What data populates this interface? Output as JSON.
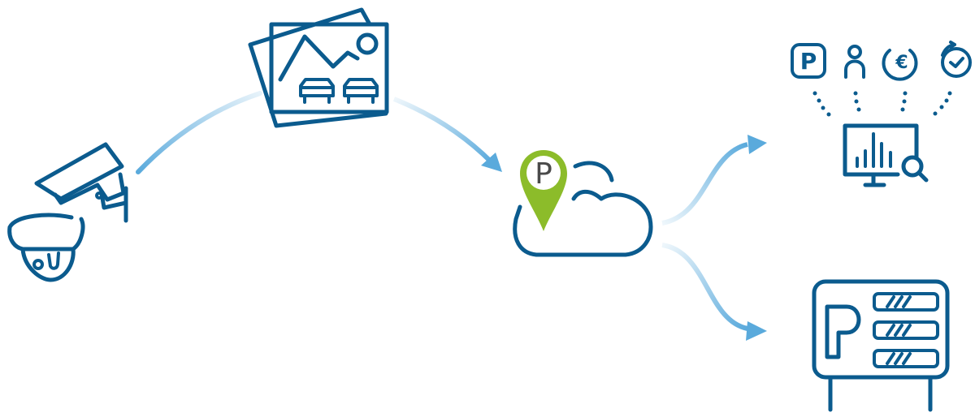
{
  "colors": {
    "icon_stroke": "#0b5b8e",
    "arrow": "#5aaadc",
    "pin": "#8cbc2a",
    "pin_letter": "#4a4a4a"
  },
  "nodes": [
    {
      "id": "cameras",
      "icon": "security-cameras-icon"
    },
    {
      "id": "images",
      "icon": "photo-stack-with-cars-icon"
    },
    {
      "id": "cloud",
      "icon": "cloud-with-parking-pin-icon"
    },
    {
      "id": "analytics",
      "icon": "monitor-analytics-icon"
    },
    {
      "id": "parking-sign",
      "icon": "parking-guidance-sign-icon"
    }
  ],
  "analytics_metrics": [
    {
      "icon": "parking-icon",
      "glyph": "P"
    },
    {
      "icon": "person-icon"
    },
    {
      "icon": "euro-icon",
      "glyph": "€"
    },
    {
      "icon": "clock-icon"
    }
  ],
  "pin_glyph": "P",
  "sign_glyph": "P"
}
